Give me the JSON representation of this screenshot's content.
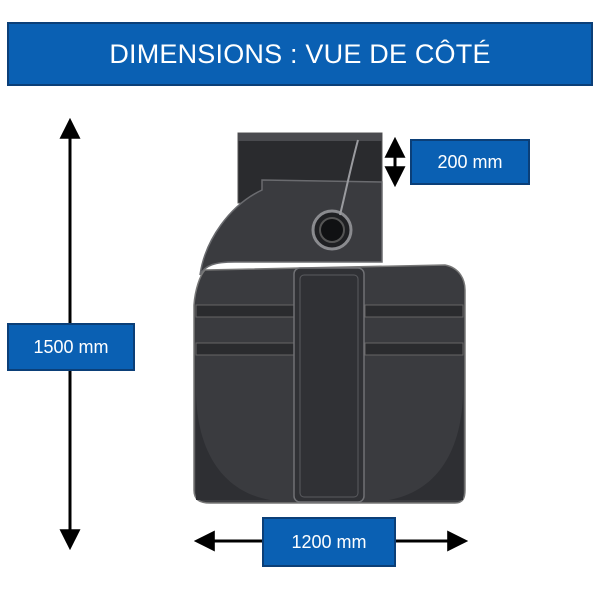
{
  "title": "DIMENSIONS : VUE DE CÔTÉ",
  "dimensions": {
    "height_total": "1500 mm",
    "width_total": "1200 mm",
    "neck_height": "200 mm"
  },
  "colors": {
    "label_fill": "#0a60b3",
    "label_border": "#0b3f78",
    "tank_body": "#3a3b3f",
    "tank_dark": "#1f2023",
    "arrow": "#000000"
  }
}
